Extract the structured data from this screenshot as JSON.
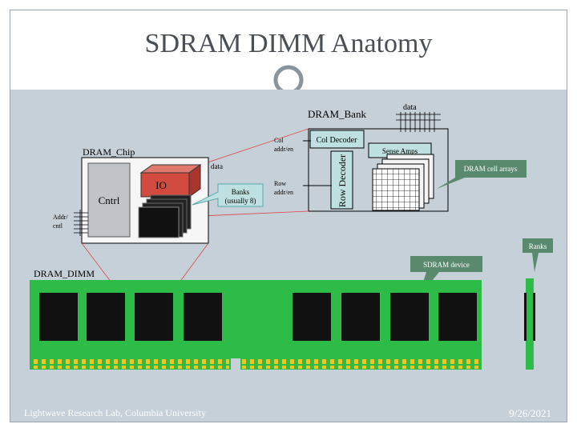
{
  "slide": {
    "title": "SDRAM DIMM Anatomy",
    "footer_left": "Lightwave Research Lab, Columbia University",
    "footer_right": "9/26/2021"
  },
  "diagram": {
    "dram_bank_label": "DRAM_Bank",
    "data_top_label": "data",
    "col_decoder": "Col Decoder",
    "sense_amps": "Sense Amps",
    "row_decoder": "Row Decoder",
    "col_addr": "Col addr/en",
    "row_addr": "Row addr/en",
    "cell_arrays": "DRAM cell arrays",
    "dram_chip_label": "DRAM_Chip",
    "data_chip_label": "data",
    "io_label": "IO",
    "cntrl_label": "Cntrl",
    "addr_cntl": "Addr/ cntl",
    "banks_label": "Banks (usually 8)",
    "ranks_label": "Ranks",
    "sdram_device": "SDRAM device",
    "dram_dimm_label": "DRAM_DIMM"
  },
  "colors": {
    "panel": "#c6d0d8",
    "pcb_green": "#2ebc48",
    "chip_black": "#111111",
    "io_red": "#d24b3e",
    "callout_green": "#5a8a6e",
    "teal_box": "#bfe0e0"
  }
}
